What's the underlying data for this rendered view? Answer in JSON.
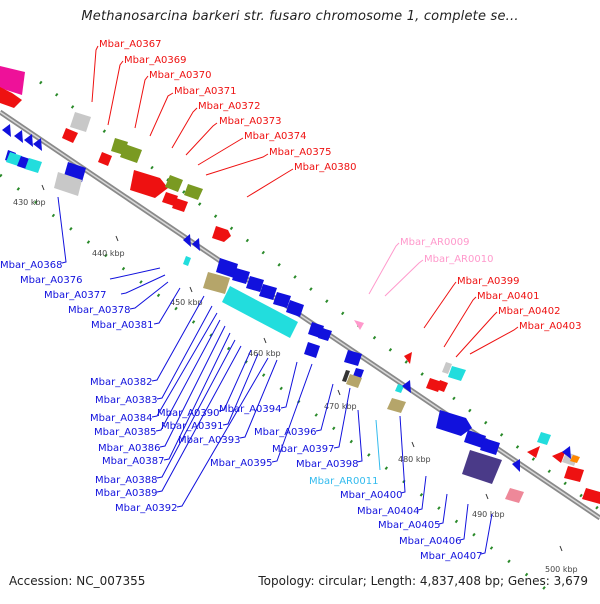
{
  "title": "Methanosarcina barkeri str. fusaro chromosome 1, complete se...",
  "footer": {
    "accession": "Accession: NC_007355",
    "summary": "Topology: circular; Length: 4,837,408 bp; Genes: 3,679"
  },
  "colors": {
    "forward_gene": "#ee1111",
    "reverse_gene": "#1111dd",
    "rna": "#ff99cc",
    "rna_label": "#33bbee",
    "cyan_block": "#22dddd",
    "olive_block": "#b5a56a",
    "green_block": "#7a9a22",
    "dark_purple_block": "#4a3a88",
    "grey_block": "#c8c8c8",
    "magenta_block": "#ee1199",
    "backbone": "#8a8a8a",
    "gc_dots": "#2a8a2a"
  },
  "ticks": {
    "t430": "430 kbp",
    "t440": "440 kbp",
    "t450": "450 kbp",
    "t460": "460 kbp",
    "t470": "470 kbp",
    "t480": "480 kbp",
    "t490": "490 kbp",
    "t500": "500 kbp"
  },
  "forward_labels": {
    "a0367": "Mbar_A0367",
    "a0369": "Mbar_A0369",
    "a0370": "Mbar_A0370",
    "a0371": "Mbar_A0371",
    "a0372": "Mbar_A0372",
    "a0373": "Mbar_A0373",
    "a0374": "Mbar_A0374",
    "a0375": "Mbar_A0375",
    "a0380": "Mbar_A0380",
    "a0399": "Mbar_A0399",
    "a0401": "Mbar_A0401",
    "a0402": "Mbar_A0402",
    "a0403": "Mbar_A0403"
  },
  "rna_labels": {
    "ar0009": "Mbar_AR0009",
    "ar0010": "Mbar_AR0010",
    "ar0011": "Mbar_AR0011"
  },
  "reverse_labels": {
    "a0368": "Mbar_A0368",
    "a0376": "Mbar_A0376",
    "a0377": "Mbar_A0377",
    "a0378": "Mbar_A0378",
    "a0381": "Mbar_A0381",
    "a0382": "Mbar_A0382",
    "a0383": "Mbar_A0383",
    "a0384": "Mbar_A0384",
    "a0385": "Mbar_A0385",
    "a0386": "Mbar_A0386",
    "a0387": "Mbar_A0387",
    "a0388": "Mbar_A0388",
    "a0389": "Mbar_A0389",
    "a0390": "Mbar_A0390",
    "a0391": "Mbar_A0391",
    "a0392": "Mbar_A0392",
    "a0393": "Mbar_A0393",
    "a0394": "Mbar_A0394",
    "a0395": "Mbar_A0395",
    "a0396": "Mbar_A0396",
    "a0397": "Mbar_A0397",
    "a0398": "Mbar_A0398",
    "a0400": "Mbar_A0400",
    "a0404": "Mbar_A0404",
    "a0405": "Mbar_A0405",
    "a0406": "Mbar_A0406",
    "a0407": "Mbar_A0407"
  }
}
